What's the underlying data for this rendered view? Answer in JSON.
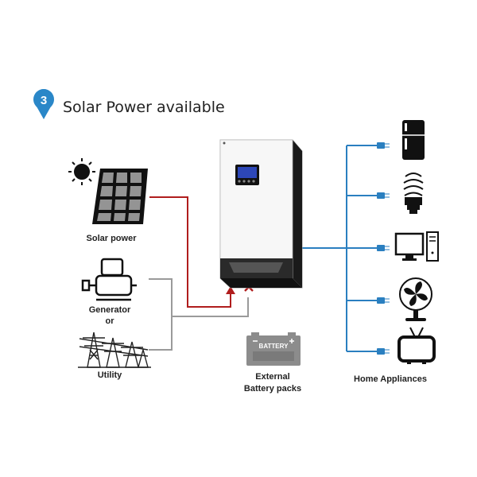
{
  "header": {
    "step_number": "3",
    "title": "Solar Power available"
  },
  "sources": {
    "solar_label": "Solar power",
    "generator_label_line1": "Generator",
    "generator_label_line2": "or",
    "utility_label": "Utility"
  },
  "battery": {
    "panel_text": "BATTERY",
    "label_line1": "External",
    "label_line2": "Battery packs"
  },
  "appliances": {
    "label": "Home Appliances",
    "items": [
      "refrigerator",
      "light-bulb",
      "computer",
      "fan",
      "television"
    ]
  },
  "colors": {
    "solar_line": "#b01d1d",
    "grid_line": "#9a9a9a",
    "output_line": "#2a7fc0",
    "accent": "#2a87c8"
  }
}
